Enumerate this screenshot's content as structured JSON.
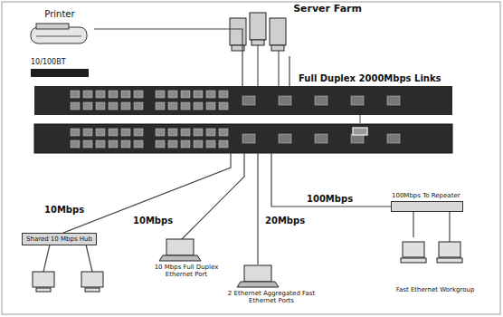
{
  "diagram": {
    "nodes": [
      {
        "text": [
          "Printer"
        ]
      },
      {
        "text": [
          "Server Farm"
        ]
      },
      {
        "text": [
          "10/100BT"
        ]
      },
      {
        "text": [
          "Full Duplex 2000Mbps Links"
        ]
      },
      {
        "text": [
          "Shared 10 Mbps Hub"
        ]
      },
      {
        "text": [
          "10 Mbps Full Duplex Ethernet Port"
        ]
      },
      {
        "text": [
          "2 Ethernet Aggregated Fast Ethernet Ports"
        ]
      },
      {
        "text": [
          "100Mbps To Repeater"
        ]
      },
      {
        "text": [
          "Fast Ethernet Workgroup"
        ]
      }
    ],
    "edges": [
      {
        "from": 0,
        "to": 3,
        "arrow": "none"
      },
      {
        "from": 1,
        "to": 3,
        "arrow": "none"
      },
      {
        "from": 7,
        "to": 8,
        "arrow": "none"
      }
    ],
    "labels": [
      "10Mbps",
      "10Mbps",
      "20Mbps",
      "100Mbps"
    ]
  }
}
